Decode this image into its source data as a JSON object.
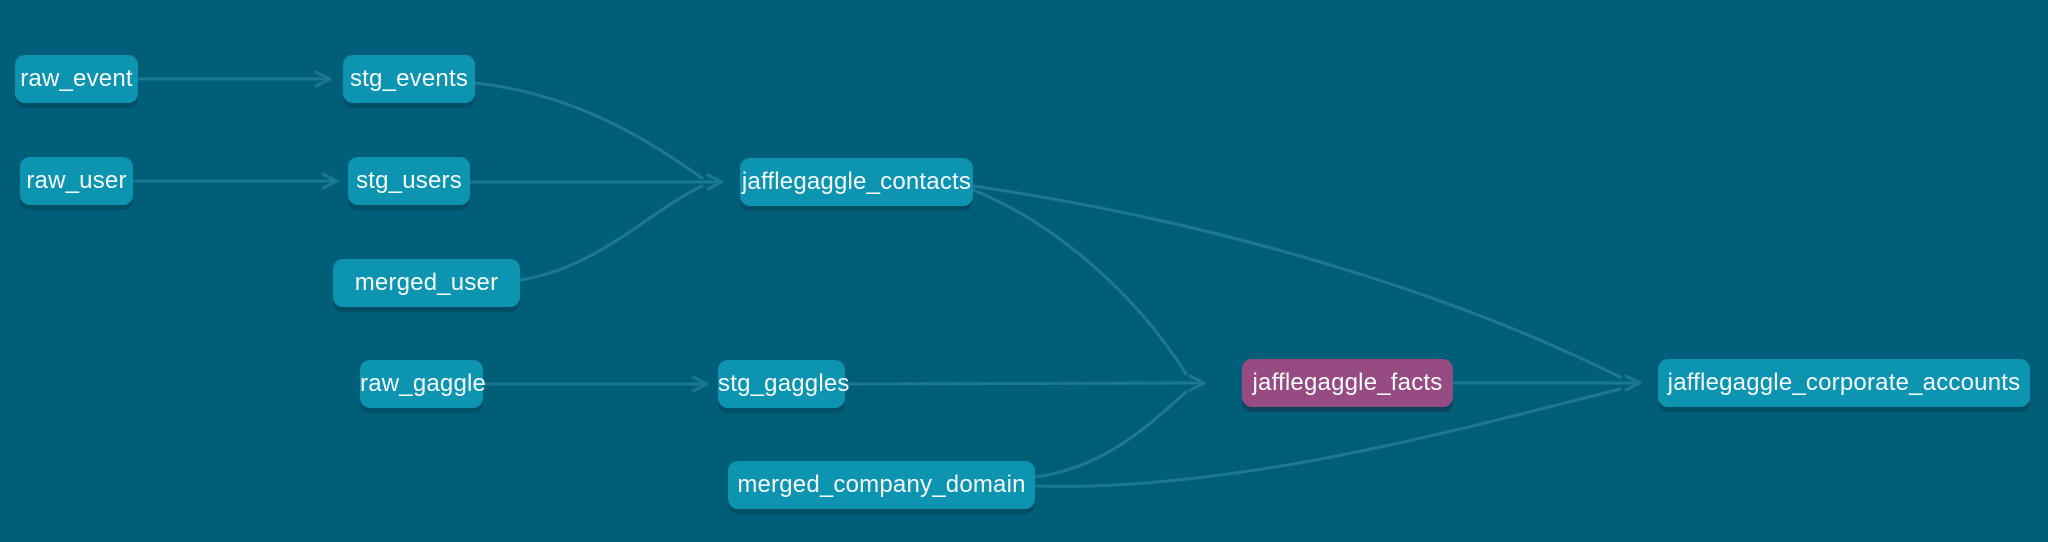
{
  "graph": {
    "nodes": [
      {
        "id": "raw_event",
        "label": "raw_event",
        "state": "default"
      },
      {
        "id": "stg_events",
        "label": "stg_events",
        "state": "default"
      },
      {
        "id": "raw_user",
        "label": "raw_user",
        "state": "default"
      },
      {
        "id": "stg_users",
        "label": "stg_users",
        "state": "default"
      },
      {
        "id": "merged_user",
        "label": "merged_user",
        "state": "default"
      },
      {
        "id": "jafflegaggle_contacts",
        "label": "jafflegaggle_contacts",
        "state": "default"
      },
      {
        "id": "raw_gaggle",
        "label": "raw_gaggle",
        "state": "default"
      },
      {
        "id": "stg_gaggles",
        "label": "stg_gaggles",
        "state": "default"
      },
      {
        "id": "jafflegaggle_facts",
        "label": "jafflegaggle_facts",
        "state": "selected"
      },
      {
        "id": "jafflegaggle_corporate_accounts",
        "label": "jafflegaggle_corporate_accounts",
        "state": "default"
      },
      {
        "id": "merged_company_domain",
        "label": "merged_company_domain",
        "state": "default"
      }
    ],
    "edges": [
      {
        "from": "raw_event",
        "to": "stg_events"
      },
      {
        "from": "raw_user",
        "to": "stg_users"
      },
      {
        "from": "stg_events",
        "to": "jafflegaggle_contacts"
      },
      {
        "from": "stg_users",
        "to": "jafflegaggle_contacts"
      },
      {
        "from": "merged_user",
        "to": "jafflegaggle_contacts"
      },
      {
        "from": "raw_gaggle",
        "to": "stg_gaggles"
      },
      {
        "from": "stg_gaggles",
        "to": "jafflegaggle_facts"
      },
      {
        "from": "jafflegaggle_contacts",
        "to": "jafflegaggle_facts"
      },
      {
        "from": "merged_company_domain",
        "to": "jafflegaggle_facts"
      },
      {
        "from": "jafflegaggle_contacts",
        "to": "jafflegaggle_corporate_accounts"
      },
      {
        "from": "jafflegaggle_facts",
        "to": "jafflegaggle_corporate_accounts"
      },
      {
        "from": "merged_company_domain",
        "to": "jafflegaggle_corporate_accounts"
      }
    ]
  },
  "colors": {
    "background": "#005e78",
    "node_fill": "#0d94b0",
    "node_selected_fill": "#964c82",
    "edge_stroke": "#1d7a96",
    "node_text": "#f5fafb"
  }
}
